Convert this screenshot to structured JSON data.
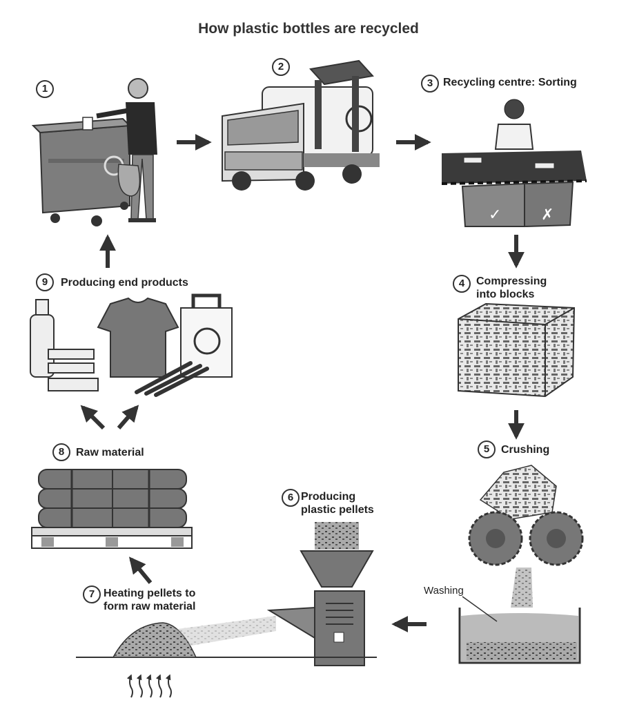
{
  "title": "How plastic bottles are recycled",
  "steps": [
    {
      "number": "1",
      "label": "",
      "icon": "recycling-bin-person-icon"
    },
    {
      "number": "2",
      "label": "",
      "icon": "collection-truck-icon"
    },
    {
      "number": "3",
      "label": "Recycling centre: Sorting",
      "icon": "sorting-conveyor-icon"
    },
    {
      "number": "4",
      "label": "Compressing into blocks",
      "icon": "compressed-block-icon"
    },
    {
      "number": "5",
      "label": "Crushing",
      "icon": "crushing-rollers-icon"
    },
    {
      "number": "6",
      "label": "Producing plastic pellets",
      "icon": "pellet-machine-icon"
    },
    {
      "number": "7",
      "label": "Heating pellets to form raw material",
      "icon": "heated-pellet-pile-icon"
    },
    {
      "number": "8",
      "label": "Raw material",
      "icon": "raw-material-pallet-icon"
    },
    {
      "number": "9",
      "label": "Producing end products",
      "icon": "end-products-icon"
    }
  ],
  "washing_label": "Washing",
  "sort_marks": {
    "accept": "✓",
    "reject": "✗"
  }
}
